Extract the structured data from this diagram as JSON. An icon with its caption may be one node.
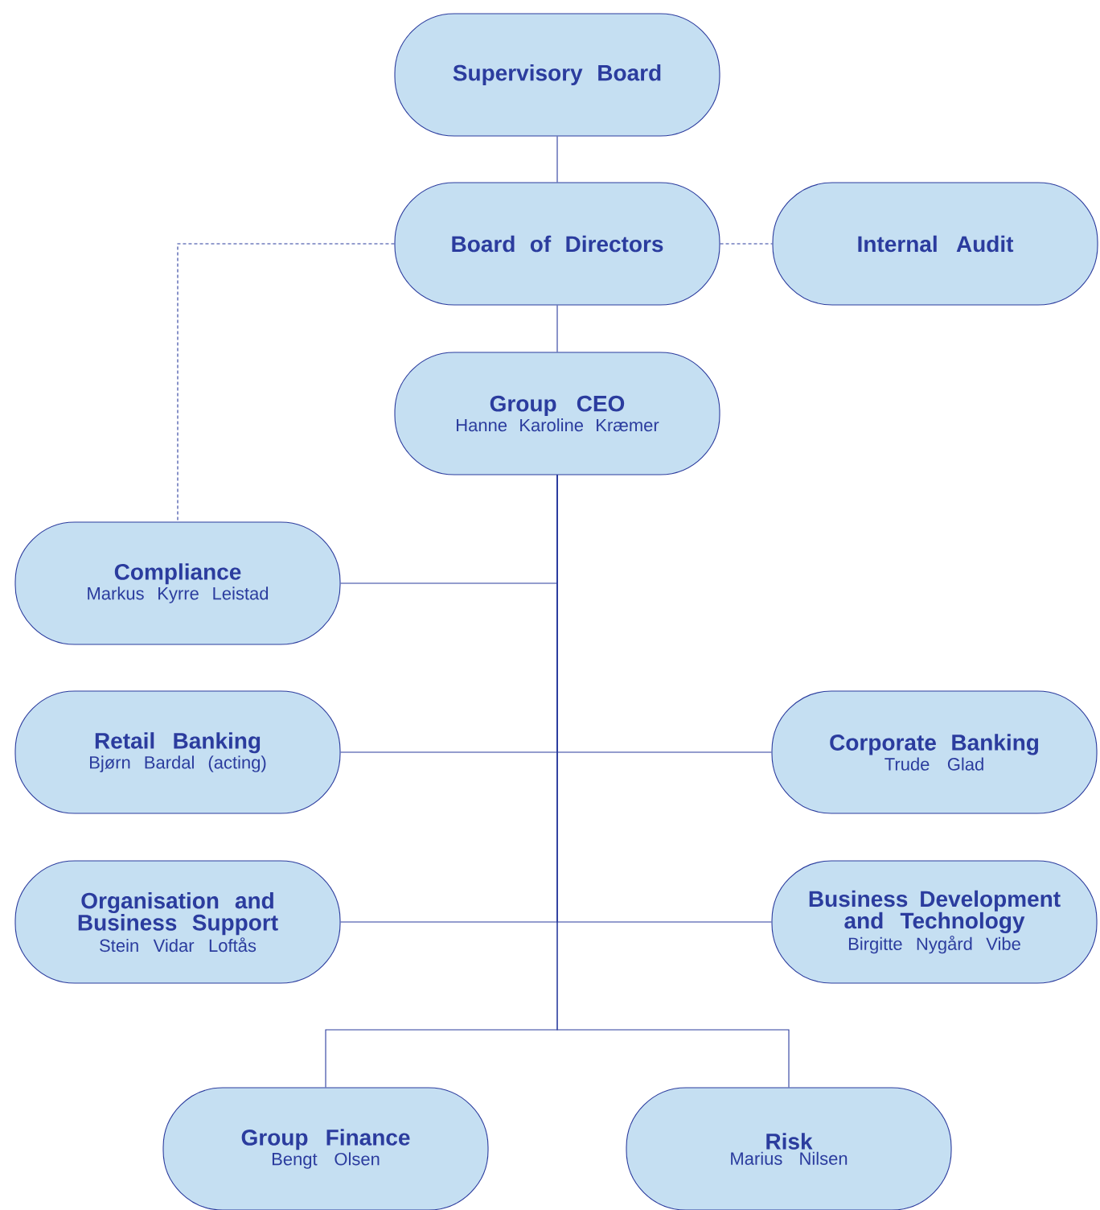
{
  "diagram": {
    "nodes": [
      {
        "text": [
          "Supervisory Board"
        ]
      },
      {
        "text": [
          "Board of Directors"
        ]
      },
      {
        "text": [
          "Internal Audit"
        ]
      },
      {
        "text": [
          "Group CEO",
          "Hanne Karoline Kræmer"
        ]
      },
      {
        "text": [
          "Compliance",
          "Markus Kyrre Leistad"
        ]
      },
      {
        "text": [
          "Retail Banking",
          "Bjørn Bardal (acting)"
        ]
      },
      {
        "text": [
          "Corporate Banking",
          "Trude Glad"
        ]
      },
      {
        "text": [
          "Organisation and Business Support",
          "Stein Vidar Loftås"
        ]
      },
      {
        "text": [
          "Business Development and Technology",
          "Birgitte Nygård Vibe"
        ]
      },
      {
        "text": [
          "Group Finance",
          "Bengt Olsen"
        ]
      },
      {
        "text": [
          "Risk",
          "Marius Nilsen"
        ]
      }
    ],
    "edges": [
      {
        "from": 0,
        "to": 1,
        "arrow": "none"
      },
      {
        "from": 1,
        "to": 2,
        "arrow": "none",
        "style": "dashed"
      },
      {
        "from": 1,
        "to": 4,
        "arrow": "none",
        "style": "dashed"
      },
      {
        "from": 1,
        "to": 3,
        "arrow": "none"
      },
      {
        "from": 3,
        "to": 4,
        "arrow": "none"
      },
      {
        "from": 3,
        "to": 5,
        "arrow": "none"
      },
      {
        "from": 3,
        "to": 6,
        "arrow": "none"
      },
      {
        "from": 3,
        "to": 7,
        "arrow": "none"
      },
      {
        "from": 3,
        "to": 8,
        "arrow": "none"
      },
      {
        "from": 3,
        "to": 9,
        "arrow": "none"
      },
      {
        "from": 3,
        "to": 10,
        "arrow": "none"
      }
    ]
  }
}
